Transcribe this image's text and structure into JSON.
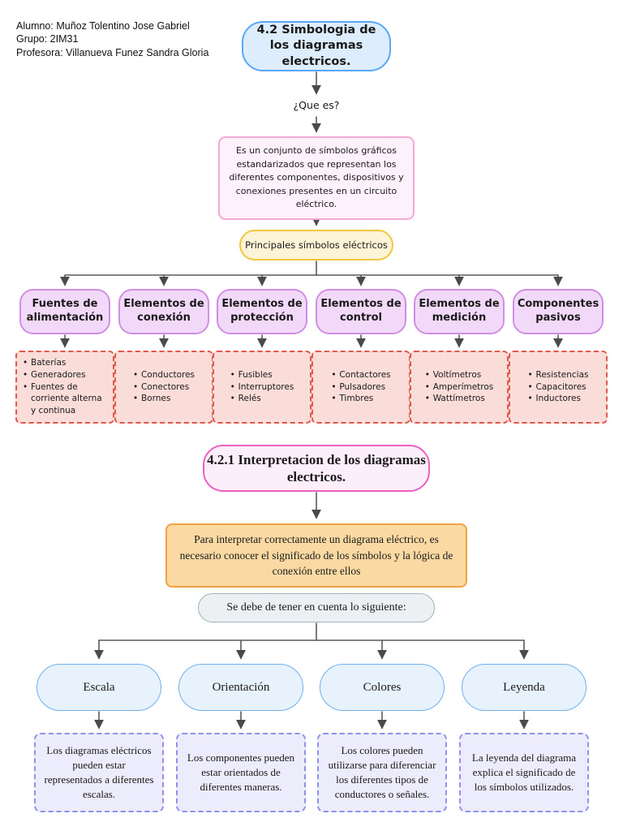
{
  "header": {
    "student": "Alumno: Muñoz Tolentino Jose Gabriel",
    "group": "Grupo: 2IM31",
    "teacher": "Profesora: Villanueva Funez Sandra Gloria"
  },
  "map": {
    "title": "4.2 Simbologia de los diagramas electricos.",
    "question": "¿Que es?",
    "definition": "Es un conjunto de símbolos gráficos estandarizados que representan los diferentes componentes, dispositivos y conexiones presentes en un circuito eléctrico.",
    "symbols_header": "Principales símbolos eléctricos",
    "categories": [
      {
        "title": "Fuentes de alimentación",
        "items": [
          "Baterías",
          "Generadores",
          "Fuentes de corriente alterna y continua"
        ]
      },
      {
        "title": "Elementos de conexión",
        "items": [
          "Conductores",
          "Conectores",
          "Bornes"
        ]
      },
      {
        "title": "Elementos de protección",
        "items": [
          "Fusibles",
          "Interruptores",
          "Relés"
        ]
      },
      {
        "title": "Elementos de control",
        "items": [
          "Contactores",
          "Pulsadores",
          "Timbres"
        ]
      },
      {
        "title": "Elementos de medición",
        "items": [
          "Voltímetros",
          "Amperímetros",
          "Wattímetros"
        ]
      },
      {
        "title": "Componentes pasivos",
        "items": [
          "Resistencias",
          "Capacitores",
          "Inductores"
        ]
      }
    ]
  },
  "interpretation": {
    "title": "4.2.1 Interpretacion de los diagramas electricos.",
    "intro": "Para interpretar correctamente un diagrama eléctrico, es necesario conocer el significado de los símbolos y la lógica de conexión entre ellos",
    "note": "Se debe de tener en cuenta lo siguiente:",
    "aspects": [
      {
        "label": "Escala",
        "description": "Los diagramas eléctricos pueden estar representados a diferentes escalas."
      },
      {
        "label": "Orientación",
        "description": "Los componentes pueden estar orientados de diferentes maneras."
      },
      {
        "label": "Colores",
        "description": "Los colores pueden utilizarse para diferenciar los diferentes tipos de conductores o señales."
      },
      {
        "label": "Leyenda",
        "description": "La leyenda del diagrama explica el significado de los símbolos utilizados."
      }
    ]
  },
  "palette": {
    "title_border": "#57a8f6",
    "title_fill": "#ddedfd",
    "definition_border": "#f3a8d8",
    "definition_fill": "#fdf1fc",
    "symbols_border": "#f2c73e",
    "symbols_fill": "#fdf4d8",
    "category_border": "#d18fe4",
    "category_fill": "#f3d9f9",
    "list_border": "#e2574c",
    "list_fill": "#fadcd9",
    "interpretation_border": "#ec5fc4",
    "interpretation_fill": "#fdeffa",
    "intro_border": "#f0a243",
    "intro_fill": "#fbd9a3",
    "note_border": "#9fb2bf",
    "note_fill": "#edf0f2",
    "aspect_border": "#6fb0ee",
    "aspect_fill": "#e8f2fd",
    "aspect_desc_border": "#9090ee",
    "aspect_desc_fill": "#edecfc",
    "connector": "#555555"
  }
}
